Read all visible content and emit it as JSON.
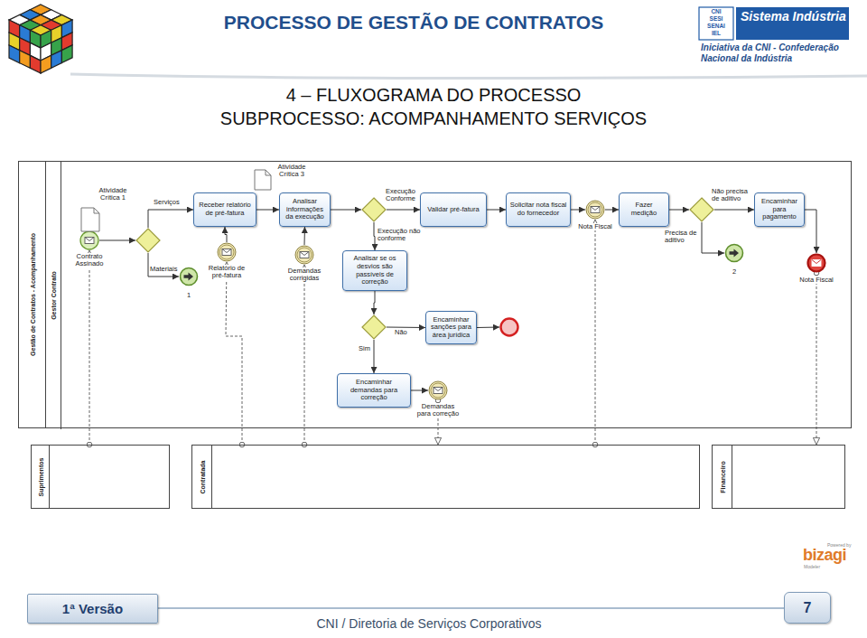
{
  "diagram": {
    "title": "PROCESSO DE GESTÃO DE CONTRATOS",
    "nodes": [
      {
        "text": [
          "Gestão de Contratos - Acompanhamento"
        ]
      },
      {
        "text": [
          "Gestor Contrato"
        ],
        "in": 0
      },
      {
        "text": [
          "Contrato Assinado"
        ],
        "in": 1
      },
      {
        "text": [],
        "in": 1
      },
      {
        "text": [
          "1"
        ],
        "in": 1
      },
      {
        "text": [
          "Receber relatório de pré-fatura"
        ],
        "in": 1
      },
      {
        "text": [
          "Atividade Crítica 1"
        ],
        "in": 1
      },
      {
        "text": [
          "Relatório de pré-fatura"
        ],
        "in": 1
      },
      {
        "text": [
          "Atividade Crítica 3"
        ],
        "in": 1
      },
      {
        "text": [
          "Analisar informações da execução"
        ],
        "in": 1
      },
      {
        "text": [
          "Demandas corrigidas"
        ],
        "in": 1
      },
      {
        "text": [],
        "in": 1
      },
      {
        "text": [
          "Validar pré-fatura"
        ],
        "in": 1
      },
      {
        "text": [
          "Solicitar nota fiscal do fornecedor"
        ],
        "in": 1
      },
      {
        "text": [
          "Nota Fiscal"
        ],
        "in": 1
      },
      {
        "text": [
          "Fazer medição"
        ],
        "in": 1
      },
      {
        "text": [],
        "in": 1
      },
      {
        "text": [
          "Encaminhar para pagamento"
        ],
        "in": 1
      },
      {
        "text": [
          "2"
        ],
        "in": 1
      },
      {
        "text": [
          "Nota Fiscal"
        ],
        "in": 1
      },
      {
        "text": [
          "Analisar se os desvios são passíveis de correção"
        ],
        "in": 1
      },
      {
        "text": [],
        "in": 1
      },
      {
        "text": [
          "Encaminhar sanções para área jurídica"
        ],
        "in": 1
      },
      {
        "text": [],
        "in": 1
      },
      {
        "text": [
          "Encaminhar demandas para correção"
        ],
        "in": 1
      },
      {
        "text": [
          "Demandas para correção"
        ],
        "in": 1
      },
      {
        "text": [
          "Suprimentos"
        ]
      },
      {
        "text": [
          "Contratada"
        ]
      },
      {
        "text": [
          "Financeiro"
        ]
      },
      {
        "text": [
          "1ª Versão"
        ]
      },
      {
        "text": [
          "7"
        ]
      }
    ],
    "edges": [
      {
        "from": 2,
        "to": 3,
        "arrow": "to"
      },
      {
        "from": 3,
        "to": 5,
        "label": "Serviços",
        "arrow": "to"
      },
      {
        "from": 3,
        "to": 4,
        "label": "Materiais",
        "arrow": "to"
      },
      {
        "from": 7,
        "to": 5,
        "arrow": "to"
      },
      {
        "from": 5,
        "to": 9,
        "arrow": "to"
      },
      {
        "from": 10,
        "to": 9,
        "arrow": "to"
      },
      {
        "from": 9,
        "to": 11,
        "arrow": "to"
      },
      {
        "from": 11,
        "to": 12,
        "label": "Execução Conforme",
        "arrow": "to"
      },
      {
        "from": 11,
        "to": 20,
        "label": "Execução não conforme",
        "arrow": "to"
      },
      {
        "from": 12,
        "to": 13,
        "arrow": "to"
      },
      {
        "from": 13,
        "to": 14,
        "arrow": "to"
      },
      {
        "from": 14,
        "to": 15,
        "arrow": "to"
      },
      {
        "from": 15,
        "to": 16,
        "arrow": "to"
      },
      {
        "from": 16,
        "to": 17,
        "label": "Não precisa de aditivo",
        "arrow": "to"
      },
      {
        "from": 16,
        "to": 18,
        "label": "Precisa de aditivo",
        "arrow": "to"
      },
      {
        "from": 17,
        "to": 19,
        "arrow": "to"
      },
      {
        "from": 20,
        "to": 21,
        "arrow": "to"
      },
      {
        "from": 21,
        "to": 22,
        "label": "Não",
        "arrow": "to"
      },
      {
        "from": 21,
        "to": 24,
        "label": "Sim",
        "arrow": "to"
      },
      {
        "from": 22,
        "to": 23,
        "arrow": "to"
      },
      {
        "from": 24,
        "to": 25,
        "arrow": "to"
      },
      {
        "from": 26,
        "to": 2,
        "arrow": "to"
      },
      {
        "from": 27,
        "to": 7,
        "arrow": "to"
      },
      {
        "from": 27,
        "to": 10,
        "arrow": "to"
      },
      {
        "from": 25,
        "to": 27,
        "arrow": "to"
      },
      {
        "from": 27,
        "to": 14,
        "arrow": "to"
      },
      {
        "from": 19,
        "to": 28,
        "arrow": "to"
      }
    ],
    "labels": [
      "4 – FLUXOGRAMA DO PROCESSO",
      "SUBPROCESSO: ACOMPANHAMENTO SERVIÇOS",
      "CNI",
      "SESI",
      "SENAI",
      "IEL",
      "Sistema Indústria",
      "Iniciativa da CNI - Confederação Nacional da Indústria",
      "CNI / Diretoria de Serviços Corporativos",
      "Powered by",
      "bizagi",
      "Modeler"
    ]
  }
}
